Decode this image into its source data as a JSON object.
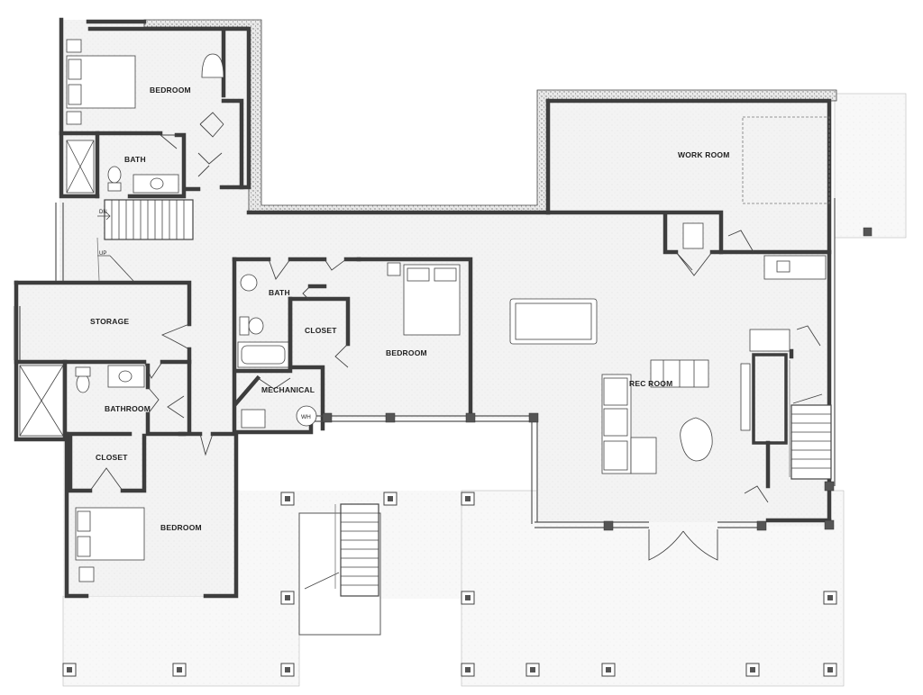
{
  "rooms": {
    "bedroom_upper": "BEDROOM",
    "bath_upper": "BATH",
    "work_room": "WORK ROOM",
    "storage": "STORAGE",
    "bath_middle": "BATH",
    "closet_middle": "CLOSET",
    "bedroom_middle": "BEDROOM",
    "mechanical": "MECHANICAL",
    "rec_room": "REC ROOM",
    "bathroom": "BATHROOM",
    "closet_lower": "CLOSET",
    "bedroom_lower": "BEDROOM"
  },
  "stair_labels": {
    "down": "DN",
    "up": "UP"
  },
  "fixtures": {
    "water_heater": "WH"
  },
  "colors": {
    "wall": "#3d3d3d",
    "floor": "#f2f2f2",
    "patio": "#f6f6f6",
    "line": "#555555"
  }
}
